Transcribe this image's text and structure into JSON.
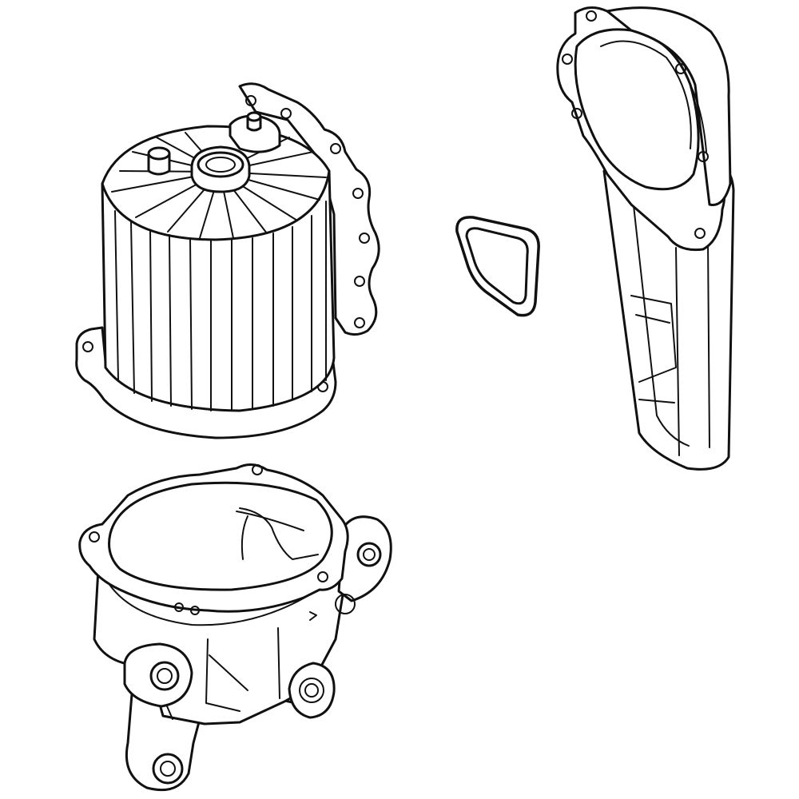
{
  "diagram": {
    "parts": [
      {
        "name": "filter-housing",
        "kind": "ribbed cylindrical housing"
      },
      {
        "name": "gasket",
        "kind": "rounded-triangle seal ring"
      },
      {
        "name": "intake-duct",
        "kind": "elongated duct with flange"
      },
      {
        "name": "mounting-bracket",
        "kind": "flanged mounting bracket"
      }
    ],
    "colors": {
      "line": "#111111",
      "background": "#ffffff"
    }
  }
}
